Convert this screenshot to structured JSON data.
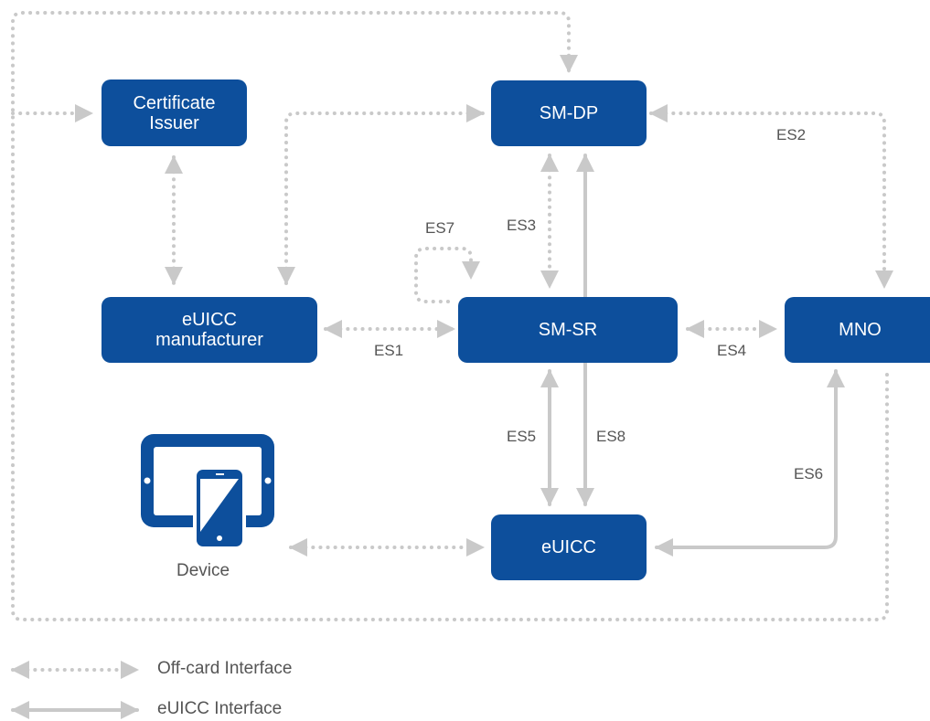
{
  "colors": {
    "node": "#0d4f9c",
    "connector": "#c9c9c9",
    "text": "#555555"
  },
  "nodes": {
    "certificate_issuer": {
      "line1": "Certificate",
      "line2": "Issuer"
    },
    "sm_dp": "SM-DP",
    "euicc_manufacturer": {
      "line1": "eUICC",
      "line2": "manufacturer"
    },
    "sm_sr": "SM-SR",
    "mno": "MNO",
    "euicc": "eUICC",
    "device": {
      "icon": "tablet-phone-icon",
      "label": "Device"
    }
  },
  "interfaces": {
    "es1": "ES1",
    "es2": "ES2",
    "es3": "ES3",
    "es4": "ES4",
    "es5": "ES5",
    "es6": "ES6",
    "es7": "ES7",
    "es8": "ES8"
  },
  "legend": {
    "off_card": "Off-card Interface",
    "euicc": "eUICC Interface"
  }
}
